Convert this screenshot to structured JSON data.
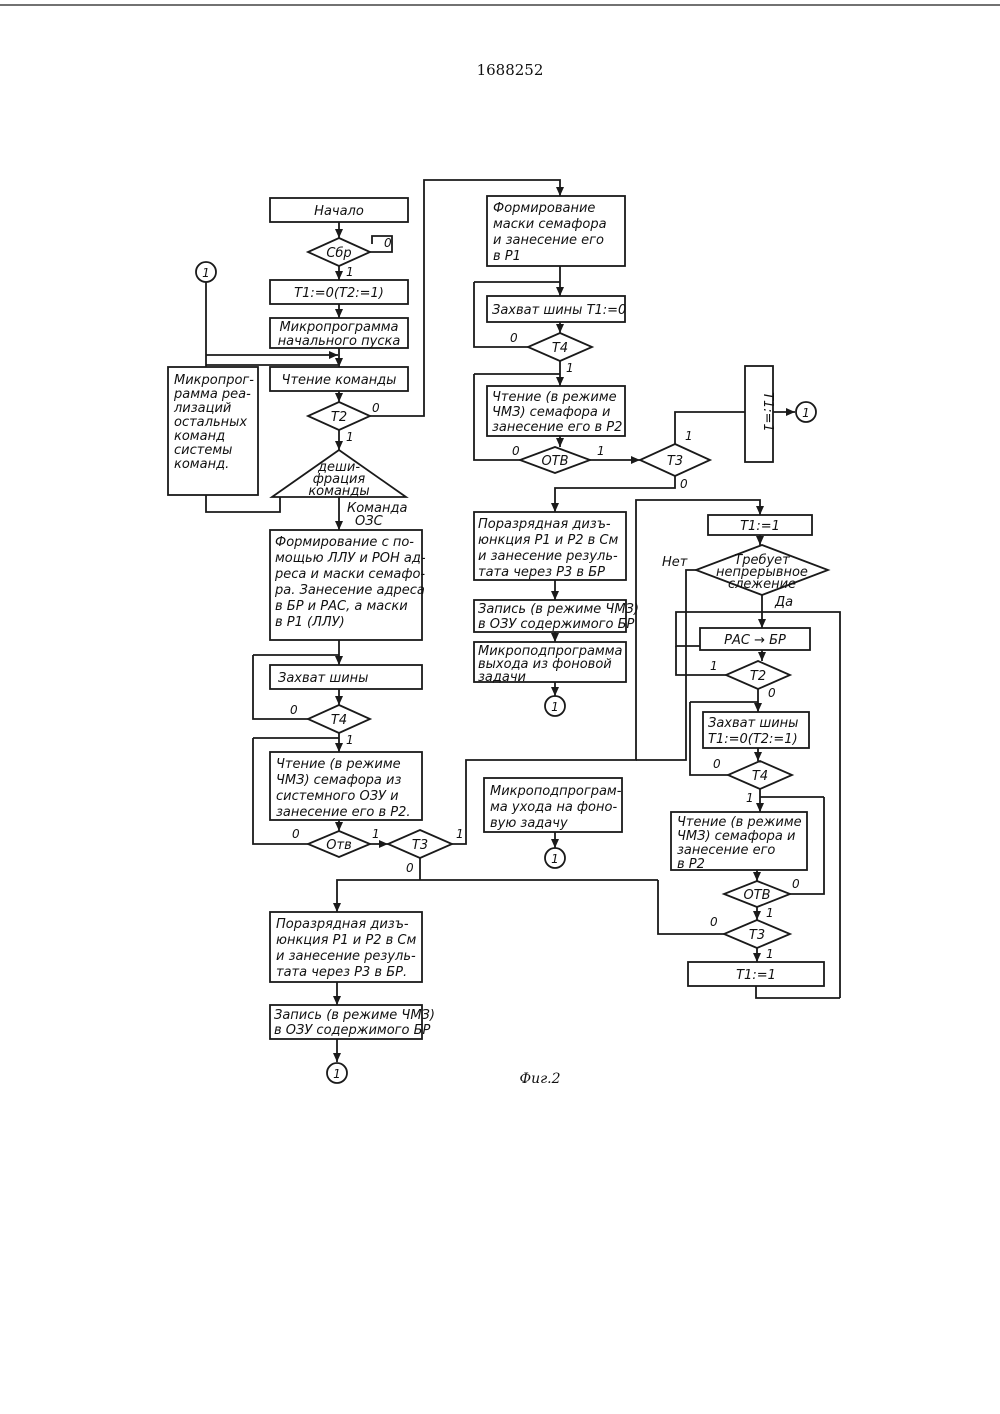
{
  "page_number": "1688252",
  "caption": "Фиг.2",
  "connector_label": "1",
  "left_column": {
    "start": "Начало",
    "reset_check": "Сбр",
    "reset_zero": "0",
    "reset_one": "1",
    "t1_init": "Т1:=0(Т2:=1)",
    "startup": [
      "Микропрограмма",
      "начального пуска"
    ],
    "read_command": "Чтение команды",
    "t2_check": "Т2",
    "t2_zero": "0",
    "t2_one": "1",
    "decode": [
      "деши-",
      "фрация",
      "команды"
    ],
    "other_commands": [
      "Микропрог-",
      "рамма реа-",
      "лизаций",
      "остальных",
      "команд",
      "системы",
      "команд."
    ],
    "ozs_label": [
      "Команда",
      "ОЗС"
    ],
    "form_address": [
      "Формирование с по-",
      "мощью ЛЛУ и РОН ад-",
      "реса и маски семафо-",
      "ра. Занесение адреса",
      "в БР и РАС, а маски",
      "в Р1 (ЛЛУ)"
    ],
    "bus_capture": "Захват шины",
    "t4_check": "Т4",
    "t4_zero": "0",
    "t4_one": "1",
    "read_semaphore": [
      "Чтение (в режиме",
      "ЧМЗ) семафора из",
      "системного ОЗУ и",
      "занесение его в Р2."
    ],
    "otv_check": "Отв",
    "otv_zero": "0",
    "otv_one": "1",
    "t3_check": "Т3",
    "t3_zero": "0",
    "t3_one": "1",
    "disjunction": [
      "Поразрядная дизъ-",
      "юнкция Р1 и Р2 в См",
      "и занесение резуль-",
      "тата через Р3 в БР."
    ],
    "write_mem": [
      "Запись (в режиме ЧМЗ)",
      "в ОЗУ содержимого БР"
    ]
  },
  "middle_column": {
    "form_mask": [
      "Формирование",
      "маски семафора",
      "и занесение его",
      "в Р1"
    ],
    "bus_capture": "Захват шины Т1:=0",
    "t4_check": "Т4",
    "t4_zero": "0",
    "t4_one": "1",
    "read_semaphore": [
      "Чтение (в режиме",
      "ЧМЗ) семафора и",
      "занесение его в Р2"
    ],
    "otv_check": "ОТВ",
    "otv_zero": "0",
    "otv_one": "1",
    "t3_check": "Т3",
    "t3_zero": "0",
    "t3_one": "1",
    "t1_set": "Т1:=1",
    "disjunction": [
      "Поразрядная дизъ-",
      "юнкция Р1 и Р2 в См",
      "и занесение резуль-",
      "тата через Р3 в БР"
    ],
    "write_mem": [
      "Запись (в режиме ЧМЗ)",
      "в ОЗУ содержимого БР"
    ],
    "exit_background": [
      "Микроподпрограмма",
      "выхода из фоновой",
      "задачи"
    ],
    "enter_background": [
      "Микроподпрограм-",
      "ма ухода на фоно-",
      "вую задачу"
    ]
  },
  "right_column": {
    "t1_set_top": "Т1:=1",
    "continuous_check": [
      "Требует",
      "непрерывное",
      "слежение"
    ],
    "no_label": "Нет",
    "yes_label": "Да",
    "pac_to_br": "РАС → БР",
    "t2_check": "Т2",
    "t2_zero": "0",
    "t2_one": "1",
    "bus_capture": [
      "Захват шины",
      "Т1:=0(Т2:=1)"
    ],
    "t4_check": "Т4",
    "t4_zero": "0",
    "t4_one": "1",
    "read_semaphore": [
      "Чтение (в режиме",
      "ЧМЗ) семафора и",
      "занесение его",
      "в Р2"
    ],
    "otv_check": "ОТВ",
    "otv_zero": "0",
    "otv_one": "1",
    "t3_check": "Т3",
    "t3_zero": "0",
    "t3_one": "1",
    "t1_set_bottom": "Т1:=1"
  }
}
